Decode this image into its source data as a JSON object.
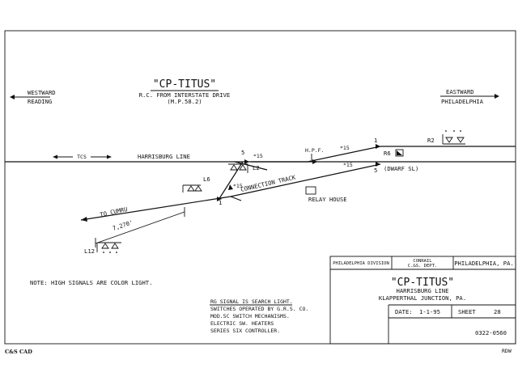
{
  "station": {
    "title": "\"CP-TITUS\"",
    "subtitle": "R.C. FROM INTERSTATE DRIVE",
    "milepost": "(M.P.58.2)"
  },
  "directions": {
    "west": {
      "label": "WESTWARD",
      "place": "READING"
    },
    "east": {
      "label": "EASTWARD",
      "place": "PHILADELPHIA"
    }
  },
  "tracks": {
    "main_label": "HARRISBURG LINE",
    "tcs_label": "TCS",
    "connection_label": "CONNECTION TRACK",
    "cumru_label": "TO CUMRU",
    "distance": "7,270'",
    "relay_house": "RELAY HOUSE",
    "dwarf_label": "(DWARF SL)",
    "hpf_label": "H.P.F."
  },
  "signals": {
    "r2": "R2",
    "r6": "R6",
    "l2": "L2",
    "l6": "L6",
    "l12": "L12"
  },
  "switches": {
    "s1_top": "1",
    "s5_top": "5",
    "s5_bottom": "5",
    "s1_bottom": "1",
    "n15_a": "*15",
    "n15_b": "*15",
    "n15_c": "*15",
    "n15_d": "*15"
  },
  "notes": {
    "high_signals": "NOTE: HIGH SIGNALS ARE COLOR LIGHT.",
    "specs": [
      "RG SIGNAL IS SEARCH LIGHT.",
      "SWITCHES OPERATED BY G.R.S. CO.",
      "MOD.5C SWITCH MECHANISMS.",
      "ELECTRIC SW. HEATERS",
      "SERIES SIX CONTROLLER."
    ]
  },
  "title_block": {
    "division": "PHILADELPHIA DIVISION",
    "dept_line1": "CONRAIL",
    "dept_line2": "C.&S. DEPT.",
    "city": "PHILADELPHIA, PA.",
    "name": "\"CP-TITUS\"",
    "line": "HARRISBURG LINE",
    "location": "KLAPPERTHAL JUNCTION, PA.",
    "date_label": "DATE:",
    "date_value": "1-1-95",
    "sheet_label": "SHEET",
    "sheet_value": "28",
    "drawing_no": "0322-0560"
  },
  "footer": {
    "left": "C&S CAD",
    "right": "RDW"
  }
}
